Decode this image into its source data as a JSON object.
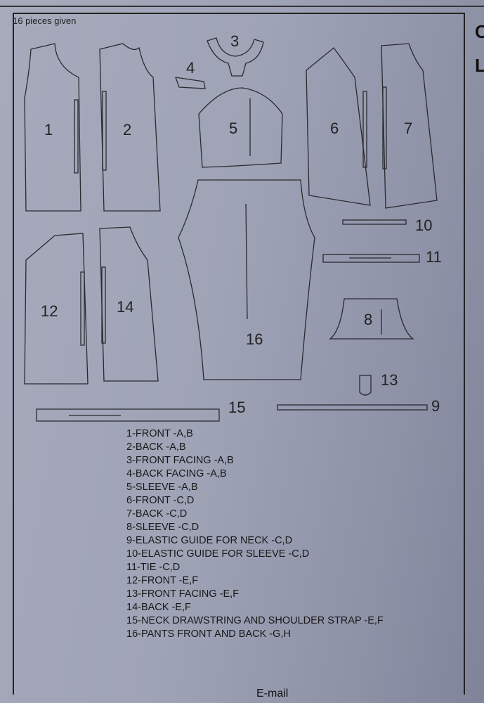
{
  "caption": "16 pieces given",
  "piece_numbers": [
    "1",
    "2",
    "3",
    "4",
    "5",
    "6",
    "7",
    "8",
    "9",
    "10",
    "11",
    "12",
    "13",
    "14",
    "15",
    "16"
  ],
  "legend": [
    "1-FRONT -A,B",
    "2-BACK -A,B",
    "3-FRONT FACING -A,B",
    "4-BACK FACING -A,B",
    "5-SLEEVE -A,B",
    "6-FRONT -C,D",
    "7-BACK -C,D",
    "8-SLEEVE -C,D",
    "9-ELASTIC GUIDE FOR NECK -C,D",
    "10-ELASTIC GUIDE FOR SLEEVE -C,D",
    "11-TIE -C,D",
    "12-FRONT -E,F",
    "13-FRONT FACING -E,F",
    "14-BACK -E,F",
    "15-NECK DRAWSTRING AND SHOULDER STRAP -E,F",
    "16-PANTS FRONT AND BACK -G,H"
  ],
  "side_letters": [
    "C",
    "L"
  ],
  "footer": "E-mail"
}
